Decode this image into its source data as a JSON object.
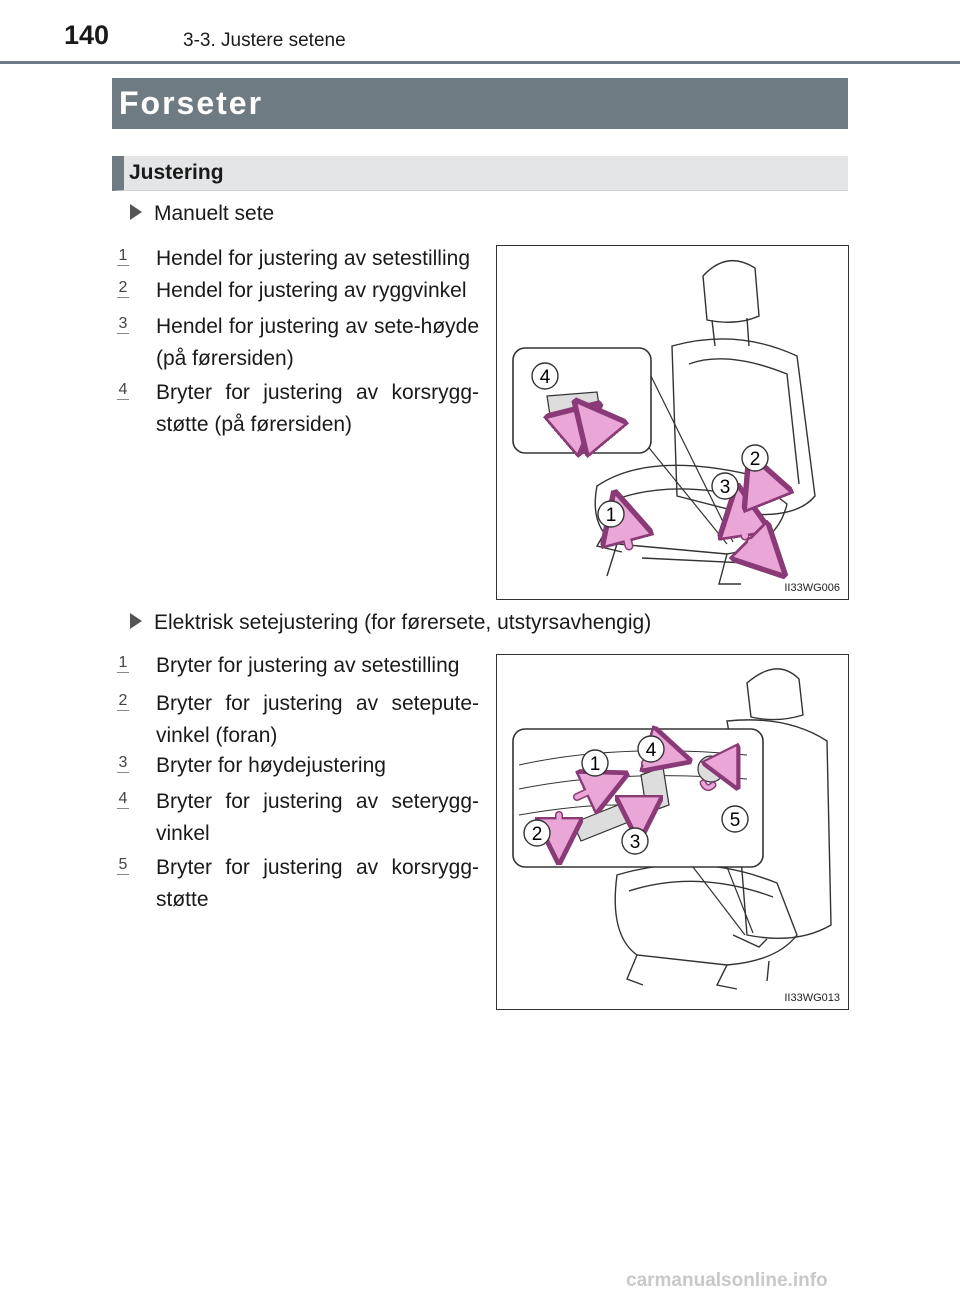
{
  "header": {
    "page_number": "140",
    "breadcrumb": "3-3. Justere setene"
  },
  "section_title": "Forseter",
  "subsection_title": "Justering",
  "manual": {
    "heading": "Manuelt sete",
    "items": [
      {
        "num": "1",
        "text": "Hendel for justering av setestilling"
      },
      {
        "num": "2",
        "text": "Hendel for justering av ryggvinkel"
      },
      {
        "num": "3",
        "text": "Hendel for justering av sete-høyde (på førersiden)"
      },
      {
        "num": "4",
        "text": "Bryter for justering av korsrygg-støtte (på førersiden)"
      }
    ],
    "figure_code": "II33WG006",
    "callouts": [
      "1",
      "2",
      "3",
      "4"
    ]
  },
  "electric": {
    "heading": "Elektrisk setejustering (for førersete, utstyrsavhengig)",
    "items": [
      {
        "num": "1",
        "text": "Bryter for justering av setestilling"
      },
      {
        "num": "2",
        "text": "Bryter for justering av setepute-vinkel (foran)"
      },
      {
        "num": "3",
        "text": "Bryter for høydejustering"
      },
      {
        "num": "4",
        "text": "Bryter for justering av seterygg-vinkel"
      },
      {
        "num": "5",
        "text": "Bryter for justering av korsrygg-støtte"
      }
    ],
    "figure_code": "II33WG013",
    "callouts": [
      "1",
      "2",
      "3",
      "4",
      "5"
    ]
  },
  "watermark": "carmanualsonline.info",
  "colors": {
    "banner": "#6f7b82",
    "subhead_bg": "#e3e5e7",
    "arrow": "#e9a6d6",
    "arrow_stroke": "#8a3a76"
  }
}
